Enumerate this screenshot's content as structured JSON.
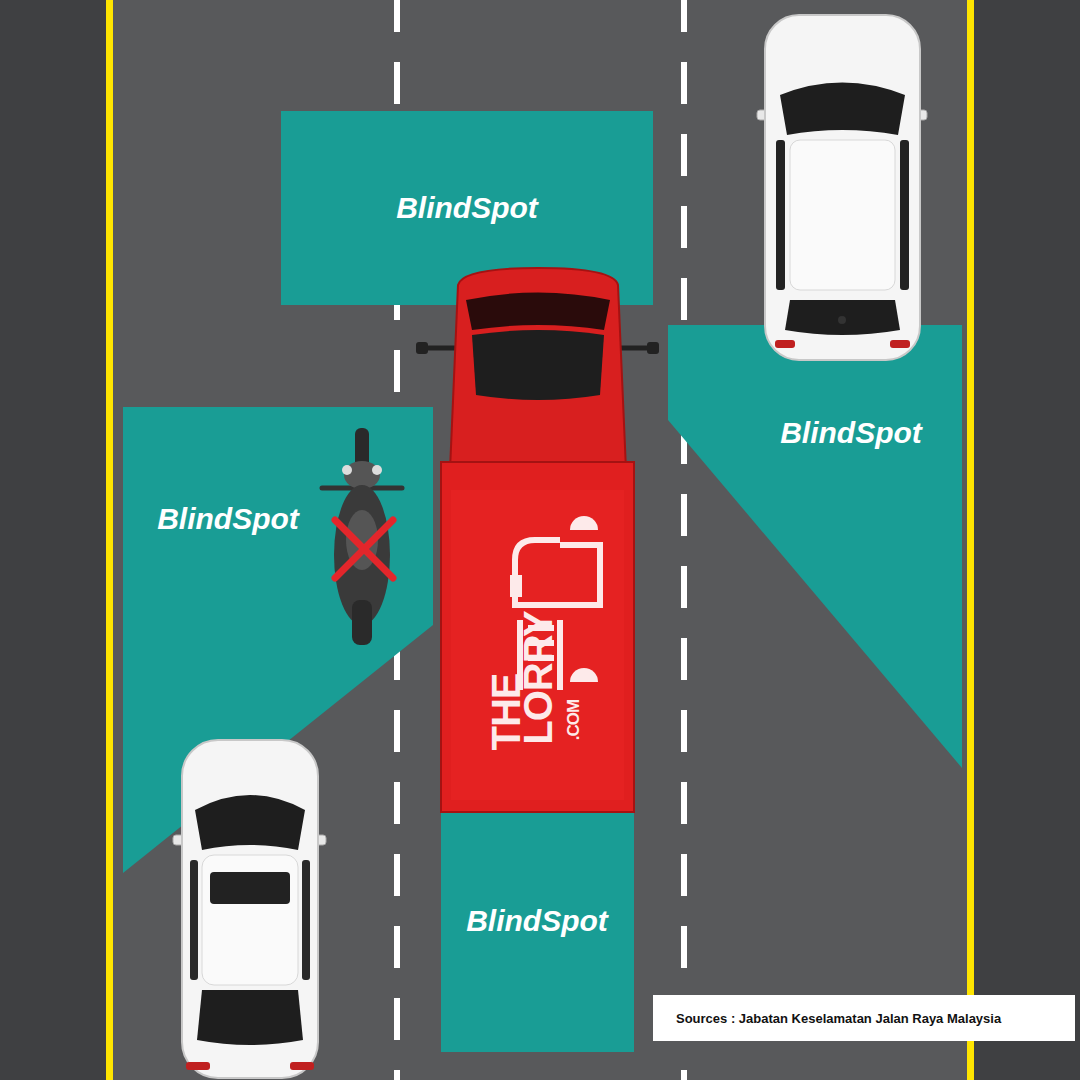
{
  "diagram": {
    "nodes": [
      {
        "text": [
          "BlindSpot"
        ]
      },
      {
        "text": [
          "BlindSpot"
        ]
      },
      {
        "text": [
          "BlindSpot"
        ]
      },
      {
        "text": [
          "BlindSpot"
        ]
      },
      {
        "text": [
          "Sources : Jabatan Keselamatan Jalan Raya Malaysia"
        ]
      }
    ],
    "labels": [
      "THE",
      "LORRY",
      ".COM"
    ]
  }
}
